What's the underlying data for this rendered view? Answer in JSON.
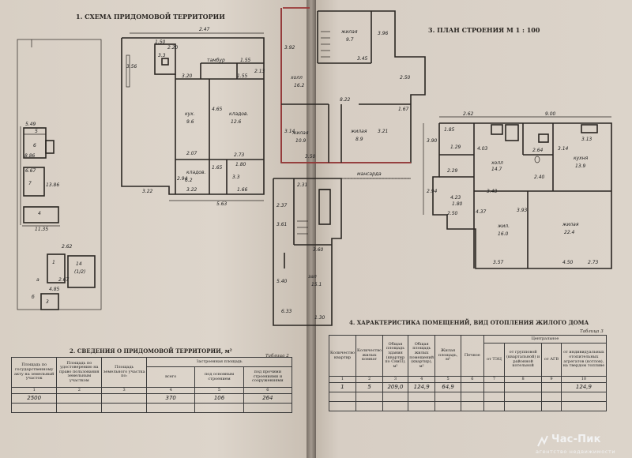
{
  "section1": {
    "title": "1. СХЕМА ПРИДОМОВОЙ ТЕРРИТОРИИ"
  },
  "section2": {
    "title": "2. СВЕДЕНИЯ О ПРИДОМОВОЙ ТЕРРИТОРИИ, м²",
    "table_no": "Таблица 2",
    "headers": {
      "c1": "Площадь по государственному акту на земельный участок",
      "c2": "Площадь по удостоверению на право пользования земельным участком",
      "c3": "Площадь земельного участка по:",
      "built": "Застроенная площадь",
      "c4": "всего",
      "c5": "под основным строением",
      "c6": "под прочими строениями и сооружениями"
    },
    "nums": [
      "1",
      "2",
      "3",
      "4",
      "5",
      "6"
    ],
    "row": [
      "2500",
      "",
      "",
      "370",
      "106",
      "264"
    ]
  },
  "section3": {
    "title": "3. ПЛАН СТРОЕНИЯ М 1 : 100"
  },
  "section4": {
    "title": "4. ХАРАКТЕРИСТИКА ПОМЕЩЕНИЙ, ВИД ОТОПЛЕНИЯ ЖИЛОГО ДОМА",
    "table_no": "Таблица 3",
    "headers": {
      "c1": "Количество квартир",
      "c2": "Количество жилых комнат",
      "c3": "Общая площадь здания (квартир по СниП), м²",
      "c4": "Общая площадь жилых помещений (квартир), м²",
      "c5": "Жилая площадь, м²",
      "c6": "Печное",
      "central": "Центральное",
      "c7": "от ТЭЦ",
      "c8": "от групповой (квартальной) и районной котельной",
      "c9": "от АГВ",
      "c10": "от индивидуальных отопительных агрегатов (котлов), на твердом топливе"
    },
    "nums": [
      "1",
      "2",
      "3",
      "4",
      "5",
      "6",
      "7",
      "8",
      "9",
      "10"
    ],
    "row": [
      "1",
      "5",
      "209,0",
      "124,9",
      "64,9",
      "",
      "",
      "",
      "",
      "124,9"
    ]
  },
  "site_plan": {
    "labels": [
      "5.49",
      "5",
      "6",
      "8.86",
      "6.67",
      "7",
      "13.86",
      "4",
      "11.35",
      "2.62",
      "1",
      "14",
      "(1/2)",
      "2.67",
      "4.85",
      "3",
      "a",
      "б"
    ]
  },
  "plan_left": {
    "labels": [
      "2.47",
      "3.56",
      "1.50",
      "2.20",
      "тамбур",
      "1.55",
      "2.13",
      "3.20",
      "1.55",
      "3.3",
      "кух.",
      "4.65",
      "кладов.",
      "12.6",
      "9.6",
      "2.07",
      "2.73",
      "1.65",
      "1.80",
      "кладов.",
      "6.2",
      "3.3",
      "3.22",
      "1.66",
      "5.63",
      "2.94",
      "3.22"
    ]
  },
  "plan_mid_top": {
    "labels": [
      "3.92",
      "жилая",
      "9.7",
      "3.96",
      "3.45",
      "холл",
      "16.2",
      "2.50",
      "8.22",
      "жилая",
      "10.9",
      "жилая",
      "8.9",
      "3.14",
      "3.50",
      "3.21",
      "1.67",
      "мансарда"
    ]
  },
  "plan_mid_bot": {
    "labels": [
      "2.31",
      "3.60",
      "зал",
      "15.1",
      "5.40",
      "6.33",
      "1.30",
      "3.61",
      "2.37"
    ]
  },
  "plan_right": {
    "labels": [
      "2.62",
      "9.00",
      "1.85",
      "3.90",
      "1.29",
      "4.03",
      "2.29",
      "холл",
      "14.7",
      "кухня",
      "13.9",
      "3.13",
      "2.64",
      "3.14",
      "2.94",
      "4.23",
      "2.50",
      "1.80",
      "3.48",
      "жил.",
      "16.0",
      "жилая",
      "22.4",
      "3.57",
      "4.50",
      "2.73",
      "4.37",
      "3.93",
      "2.40"
    ]
  },
  "logo": {
    "name": "Час-Пик",
    "sub": "агентство недвижимости"
  },
  "colors": {
    "paper": "#dbd3ca",
    "ink": "#2a2622",
    "wall": "#2a2622",
    "accent": "#b04040"
  }
}
